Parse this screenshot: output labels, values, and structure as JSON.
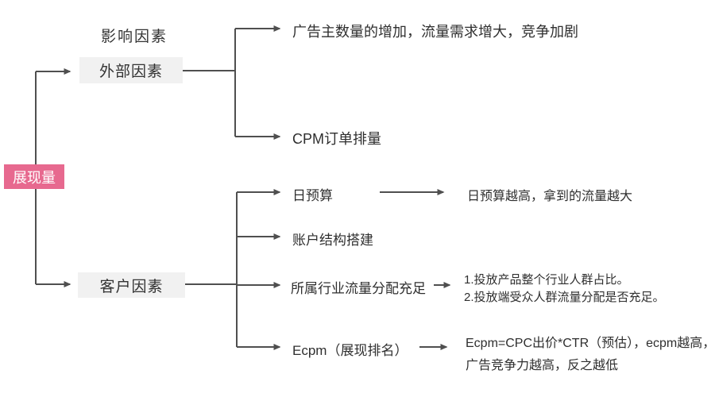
{
  "diagram": {
    "title": "影响因素",
    "root": {
      "label": "展现量"
    },
    "branches": {
      "external": {
        "label": "外部因素",
        "children": {
          "advertisers": "广告主数量的增加，流量需求增大，竞争加剧",
          "cpm_orders": "CPM订单排量"
        }
      },
      "customer": {
        "label": "客户因素",
        "children": {
          "daily_budget": "日预算",
          "daily_budget_note": "日预算越高，拿到的流量越大",
          "account_structure": "账户结构搭建",
          "industry_traffic": "所属行业流量分配充足",
          "industry_note_1": "1.投放产品整个行业人群占比。",
          "industry_note_2": "2.投放端受众人群流量分配是否充足。",
          "ecpm": "Ecpm（展现排名）",
          "ecpm_note_1": "Ecpm=CPC出价*CTR（预估），ecpm越高，",
          "ecpm_note_2": "广告竞争力越高，反之越低"
        }
      }
    },
    "colors": {
      "root_bg": "#e7698f",
      "node_bg": "#f1f1f1",
      "line": "#4f4f4f",
      "text": "#2f2f2f"
    }
  }
}
